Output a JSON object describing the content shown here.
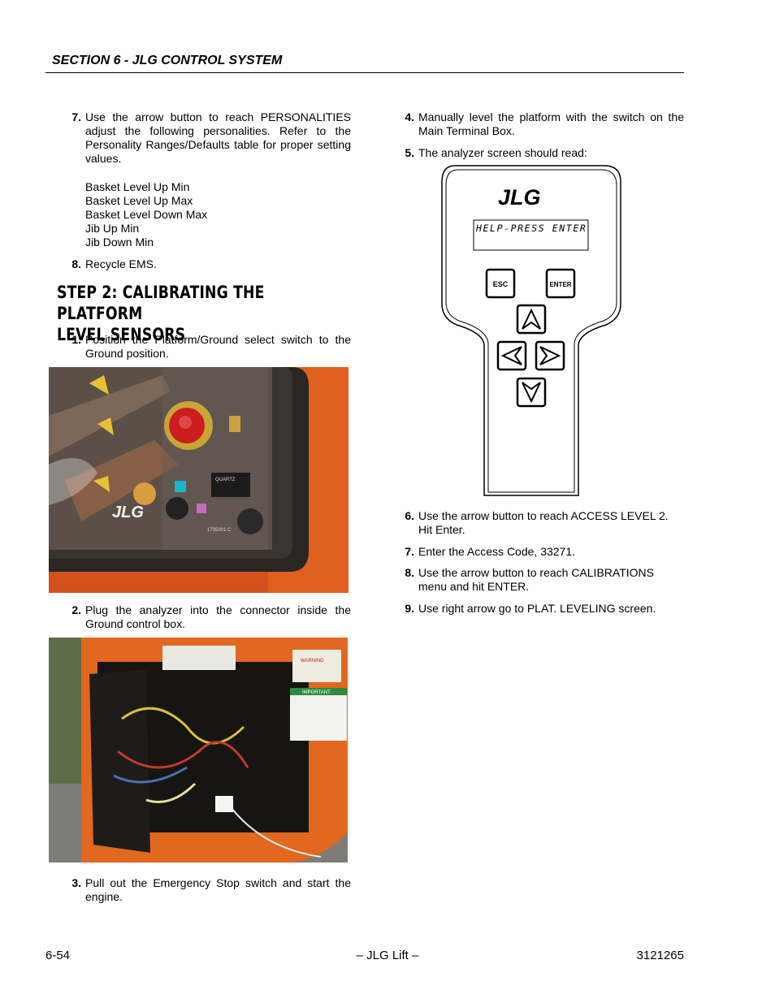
{
  "header": {
    "section": "SECTION 6 - JLG CONTROL SYSTEM"
  },
  "left": {
    "item7": {
      "num": "7.",
      "text": "Use the arrow button to reach PERSONALITIES adjust the following personalities. Refer to the Personality Ranges/Defaults table for proper setting values."
    },
    "personalities": [
      "Basket Level Up Min",
      "Basket Level Up Max",
      "Basket Level Down Max",
      "Jib Up Min",
      "Jib Down Min"
    ],
    "item8": {
      "num": "8.",
      "text": "Recycle EMS."
    },
    "heading_line1": "STEP 2: CALIBRATING THE PLATFORM",
    "heading_line2": "LEVEL SENSORS",
    "step1": {
      "num": "1.",
      "text": "Position the Platform/Ground select switch to the Ground position."
    },
    "step2": {
      "num": "2.",
      "text": "Plug the analyzer into the connector inside the Ground control box."
    },
    "step3": {
      "num": "3.",
      "text": "Pull out the Emergency Stop switch and start the engine."
    }
  },
  "photo1": {
    "label_quartz": "QUARTZ",
    "label_part": "1705001 C",
    "logo": "JLG"
  },
  "photo2": {
    "warning": "WARNING",
    "important": "IMPORTANT"
  },
  "right": {
    "step4": {
      "num": "4.",
      "text": "Manually level the platform with the switch on the Main Terminal Box."
    },
    "step5": {
      "num": "5.",
      "text": "The analyzer screen should read:"
    },
    "step6": {
      "num": "6.",
      "text": "Use the arrow button to reach ACCESS LEVEL 2. Hit Enter."
    },
    "step7": {
      "num": "7.",
      "text": "Enter the Access Code, 33271."
    },
    "step8": {
      "num": "8.",
      "text": "Use the arrow button to reach CALIBRATIONS menu and hit ENTER."
    },
    "step9": {
      "num": "9.",
      "text": "Use right arrow go to PLAT. LEVELING screen."
    }
  },
  "analyzer": {
    "logo": "JLG",
    "screen_text": "HELP-PRESS ENTER",
    "esc_label": "ESC",
    "enter_label": "ENTER"
  },
  "footer": {
    "page": "6-54",
    "center": "– JLG Lift –",
    "doc": "3121265"
  }
}
